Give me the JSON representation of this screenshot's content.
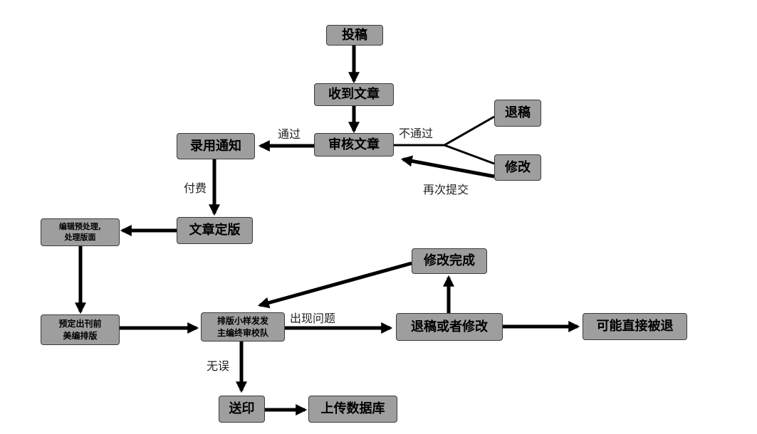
{
  "nodes": {
    "submit": "投稿",
    "received": "收到文章",
    "review": "审核文章",
    "reject": "退稿",
    "modify": "修改",
    "accept_notice": "录用通知",
    "finalize": "文章定版",
    "preprocess": "编辑预处理,\n处理版面",
    "pre_layout": "预定出刊前\n美编排版",
    "proof_review": "排版小样发发\n主编终审校队",
    "reject_or_modify": "退稿或者修改",
    "modify_done": "修改完成",
    "possible_reject": "可能直接被退",
    "print": "送印",
    "upload_db": "上传数据库"
  },
  "labels": {
    "pass": "通过",
    "fail": "不通过",
    "resubmit": "再次提交",
    "pay": "付费",
    "problem": "出现问题",
    "no_error": "无误"
  },
  "colors": {
    "node_fill": "#9e9e9e",
    "node_border": "#3a3a3a",
    "arrow": "#000000"
  }
}
